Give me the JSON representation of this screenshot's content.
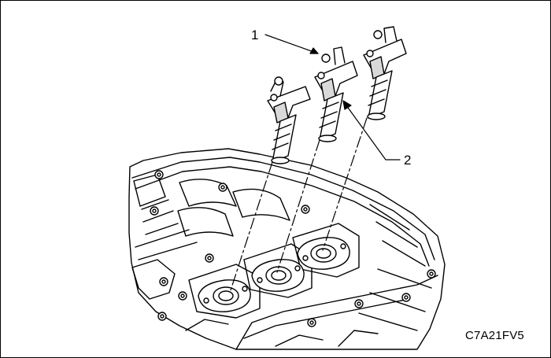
{
  "diagram": {
    "callouts": [
      {
        "id": "1",
        "label": "1"
      },
      {
        "id": "2",
        "label": "2"
      }
    ],
    "figure_code": "C7A21FV5",
    "colors": {
      "line": "#000000",
      "fill": "#ffffff",
      "shade": "#d9d9d9"
    }
  }
}
